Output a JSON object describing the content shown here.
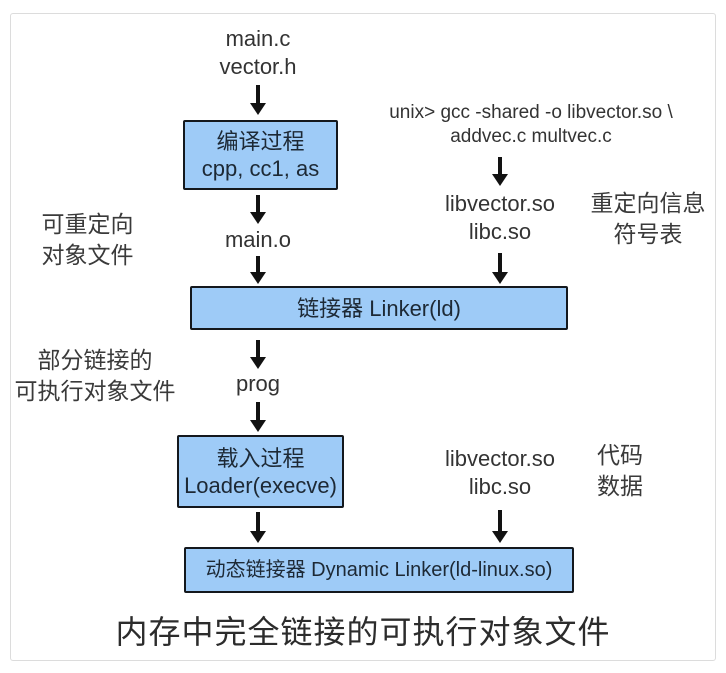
{
  "colors": {
    "background": "#ffffff",
    "frame_border": "#dcdcdc",
    "box_fill": "#9ecbf7",
    "box_border": "#14181d",
    "box_text": "#1d2935",
    "text": "#333333",
    "arrow": "#121212"
  },
  "nodes": {
    "source_files": "main.c\nvector.h",
    "compile_box": {
      "title": "编译过程",
      "subtitle": "cpp, cc1, as"
    },
    "main_o": "main.o",
    "shared_cmd": "unix> gcc -shared -o libvector.so \\\naddvec.c multvec.c",
    "shared_libs_top": "libvector.so\nlibc.so",
    "linker_box": "链接器 Linker(ld)",
    "prog": "prog",
    "loader_box": {
      "title": "载入过程",
      "subtitle": "Loader(execve)"
    },
    "shared_libs_bottom": "libvector.so\nlibc.so",
    "dynamic_linker_box": "动态链接器 Dynamic Linker(ld-linux.so)"
  },
  "labels": {
    "relocatable": "可重定向\n对象文件",
    "relocation_info": "重定向信息\n符号表",
    "partially_linked": "部分链接的\n可执行对象文件",
    "code_data": "代码\n数据"
  },
  "caption": "内存中完全链接的可执行对象文件"
}
